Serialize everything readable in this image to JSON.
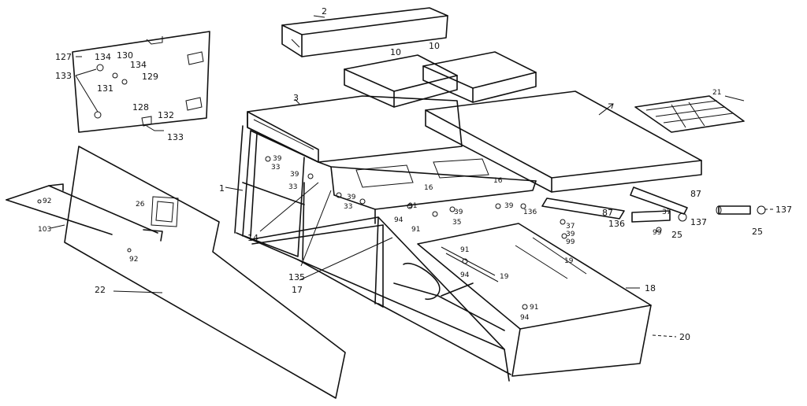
{
  "callouts": {
    "c2": "2",
    "c10a": "10",
    "c10b": "10",
    "c3": "3",
    "c21": "21",
    "c127": "127",
    "c134a": "134",
    "c130": "130",
    "c134b": "134",
    "c133a": "133",
    "c129": "129",
    "c131": "131",
    "c128": "128",
    "c132a": "132",
    "c133b": "133",
    "c1": "1",
    "c39a": "39",
    "c33a": "33",
    "c39b": "39",
    "c33b": "33",
    "c16a": "16",
    "c16b": "16",
    "c39c": "39",
    "c33c": "33",
    "c91a": "91",
    "c39d": "39",
    "c35": "35",
    "c39e": "39",
    "c136a": "136",
    "c37a": "37",
    "c39f": "39",
    "c99a": "99",
    "c87a": "87",
    "c87b": "87",
    "c37b": "37",
    "c136b": "136",
    "c99b": "99",
    "c25a": "25",
    "c137a": "137",
    "c25b": "25",
    "c137b": "137",
    "c92a": "92",
    "c26": "26",
    "c103": "103",
    "c92b": "92",
    "c14": "14",
    "c135": "135",
    "c94a": "94",
    "c91b": "91",
    "c17": "17",
    "c91c": "91",
    "c94b": "94",
    "c19a": "19",
    "c19b": "19",
    "c18": "18",
    "c22": "22",
    "c91d": "91",
    "c94c": "94",
    "c20": "20"
  }
}
